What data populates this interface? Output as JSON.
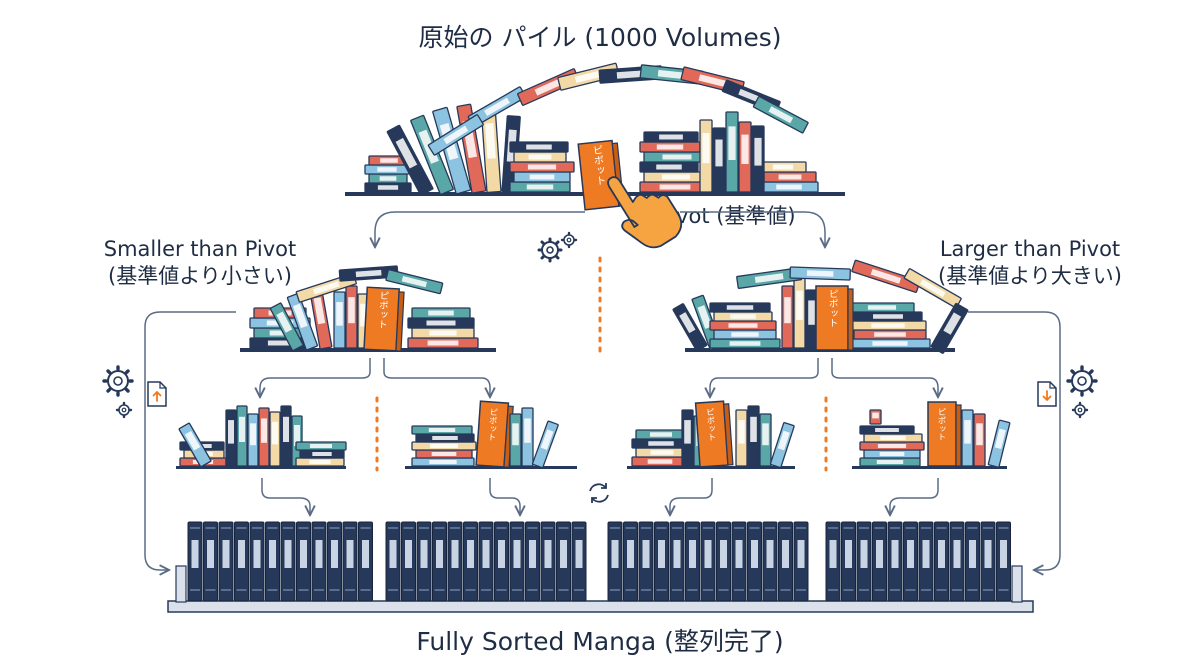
{
  "title": "原始の パイル (1000 Volumes)",
  "pivot_label": "Pivot (基準値)",
  "smaller_label": {
    "line1": "Smaller than Pivot",
    "line2": "(基準値より小さい)"
  },
  "larger_label": {
    "line1": "Larger than Pivot",
    "line2": "(基準値より大きい)"
  },
  "bottom_title": "Fully Sorted Manga (整列完了)",
  "pivot_spine_text": "ピボット",
  "icons": [
    "gear-icon",
    "hand-pointer-icon",
    "upload-file-icon",
    "download-file-icon",
    "refresh-icon"
  ],
  "colors": {
    "navy": "#27395a",
    "orange": "#ee7a24",
    "teal": "#5aa7a7",
    "light_blue": "#8cc3e0",
    "coral": "#e0695a",
    "cream": "#f2d9a6",
    "shelf": "#dbe1ea",
    "arrow": "#5a6b85"
  }
}
